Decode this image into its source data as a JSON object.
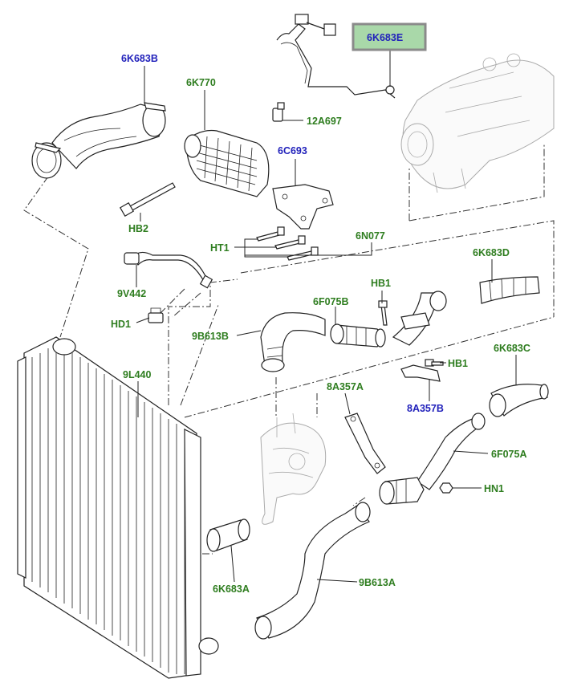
{
  "labels": {
    "l_6K683B": "6K683B",
    "l_6K770": "6K770",
    "l_12A697": "12A697",
    "l_6C693": "6C693",
    "l_HB2": "HB2",
    "l_HT1": "HT1",
    "l_6N077": "6N077",
    "l_6K683D": "6K683D",
    "l_9V442": "9V442",
    "l_HB1a": "HB1",
    "l_HD1": "HD1",
    "l_6F075B": "6F075B",
    "l_9B613B": "9B613B",
    "l_6K683C": "6K683C",
    "l_HB1b": "HB1",
    "l_9L440": "9L440",
    "l_8A357A": "8A357A",
    "l_8A357B": "8A357B",
    "l_6F075A": "6F075A",
    "l_HN1": "HN1",
    "l_6K683A": "6K683A",
    "l_9B613A": "9B613A",
    "l_6K683E": "6K683E"
  },
  "colors": {
    "green_label": "#2e7d1f",
    "blue_label": "#2222bb",
    "highlight_fill": "#a9d8a9",
    "highlight_border": "#8a8a8a"
  }
}
